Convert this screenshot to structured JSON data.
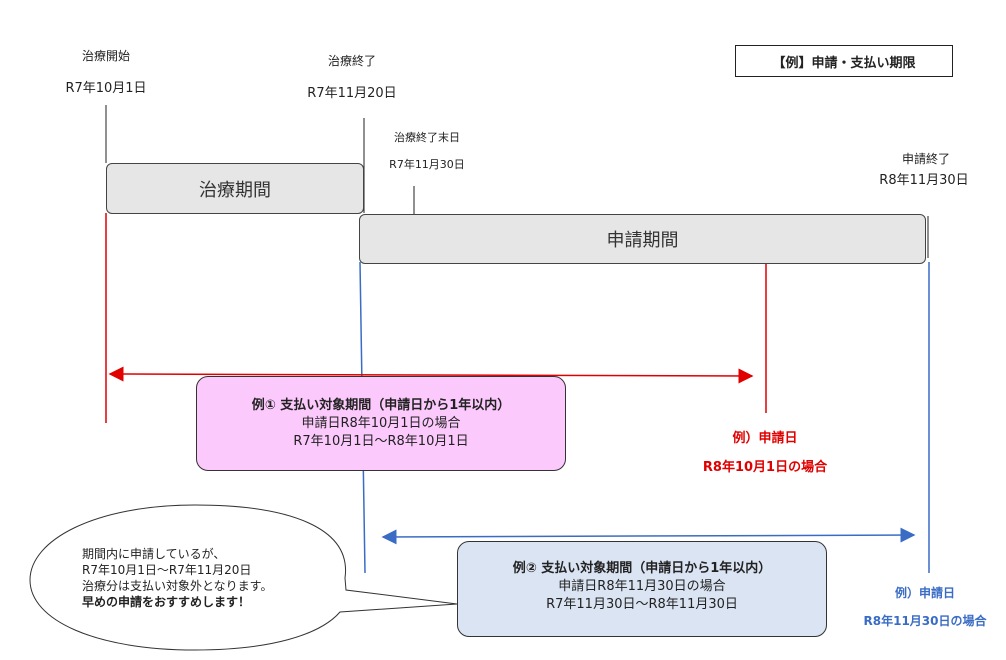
{
  "legend": "【例】申請・支払い期限",
  "treatment_start": {
    "label": "治療開始",
    "date": "R7年10月1日"
  },
  "treatment_end": {
    "label": "治療終了",
    "date": "R7年11月20日"
  },
  "treatment_month_end": {
    "label": "治療終了末日",
    "date": "R7年11月30日"
  },
  "application_end": {
    "label": "申請終了",
    "date": "R8年11月30日"
  },
  "treatment_period": "治療期間",
  "application_period": "申請期間",
  "example1": {
    "title": "例① 支払い対象期間（申請日から1年以内）",
    "line1": "申請日R8年10月1日の場合",
    "line2": "R7年10月1日～R8年10月1日",
    "marker_label": "例）申請日",
    "marker_date": "R8年10月1日の場合"
  },
  "example2": {
    "title": "例② 支払い対象期間（申請日から1年以内）",
    "line1": "申請日R8年11月30日の場合",
    "line2": "R7年11月30日～R8年11月30日",
    "marker_label": "例）申請日",
    "marker_date": "R8年11月30日の場合"
  },
  "callout": {
    "line1": "期間内に申請しているが、",
    "line2": "R7年10月1日～R7年11月20日",
    "line3": "治療分は支払い対象外となります。",
    "line4": "早めの申請をおすすめします！"
  },
  "colors": {
    "red": "#e00000",
    "blue": "#3a6cc5",
    "pink": "#fbc9fb",
    "lightblue": "#dbe4f3",
    "gray": "#e6e6e6"
  }
}
